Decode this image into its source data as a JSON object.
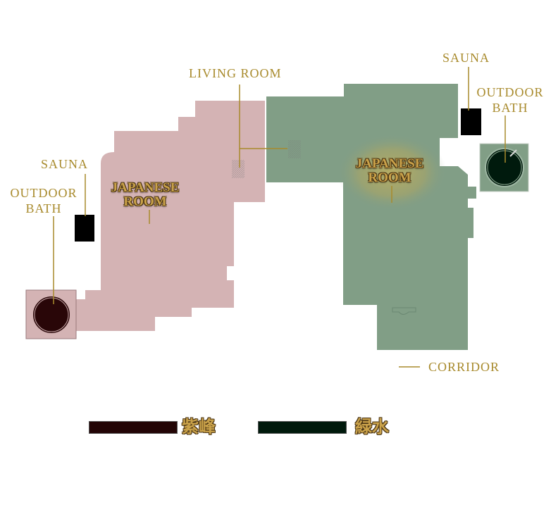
{
  "colors": {
    "shihou_area": "#d4b3b4",
    "ryokusui_area": "#819e86",
    "shihou_legend": "#230506",
    "ryokusui_legend": "#00190c",
    "gold": "#a88a2c",
    "sauna": "#000000",
    "bath_shihou": "#290608",
    "bath_ryokusui": "#001a0d"
  },
  "labels": {
    "living_room": "LIVING ROOM",
    "sauna_left": "SAUNA",
    "outdoor_bath_left": "OUTDOOR\nBATH",
    "japanese_room_left": "JAPANESE\nROOM",
    "sauna_right": "SAUNA",
    "outdoor_bath_right": "OUTDOOR\nBATH",
    "japanese_room_right": "JAPANESE\nROOM",
    "corridor": "CORRIDOR"
  },
  "legend": {
    "shihou": "紫峰",
    "ryokusui": "緑水"
  }
}
